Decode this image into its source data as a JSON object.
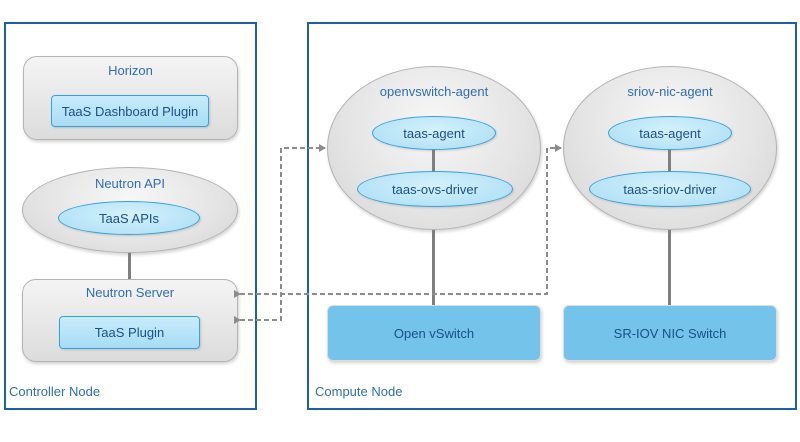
{
  "controller_node": {
    "label": "Controller Node",
    "horizon": {
      "title": "Horizon",
      "plugin": "TaaS Dashboard Plugin"
    },
    "neutron_api": {
      "title": "Neutron API",
      "plugin": "TaaS APIs"
    },
    "neutron_server": {
      "title": "Neutron Server",
      "plugin": "TaaS Plugin"
    }
  },
  "compute_node": {
    "label": "Compute Node",
    "openvswitch_agent": {
      "title": "openvswitch-agent",
      "agent": "taas-agent",
      "driver": "taas-ovs-driver"
    },
    "sriov_nic_agent": {
      "title": "sriov-nic-agent",
      "agent": "taas-agent",
      "driver": "taas-sriov-driver"
    },
    "open_vswitch": "Open vSwitch",
    "sriov_nic_switch": "SR-IOV NIC Switch"
  },
  "colors": {
    "frame_border": "#1f5fa8",
    "title_text": "#2e6db4",
    "plugin_fill": "#b6e3f8",
    "switch_fill": "#74c3ea",
    "connector": "#7f7f7f"
  }
}
